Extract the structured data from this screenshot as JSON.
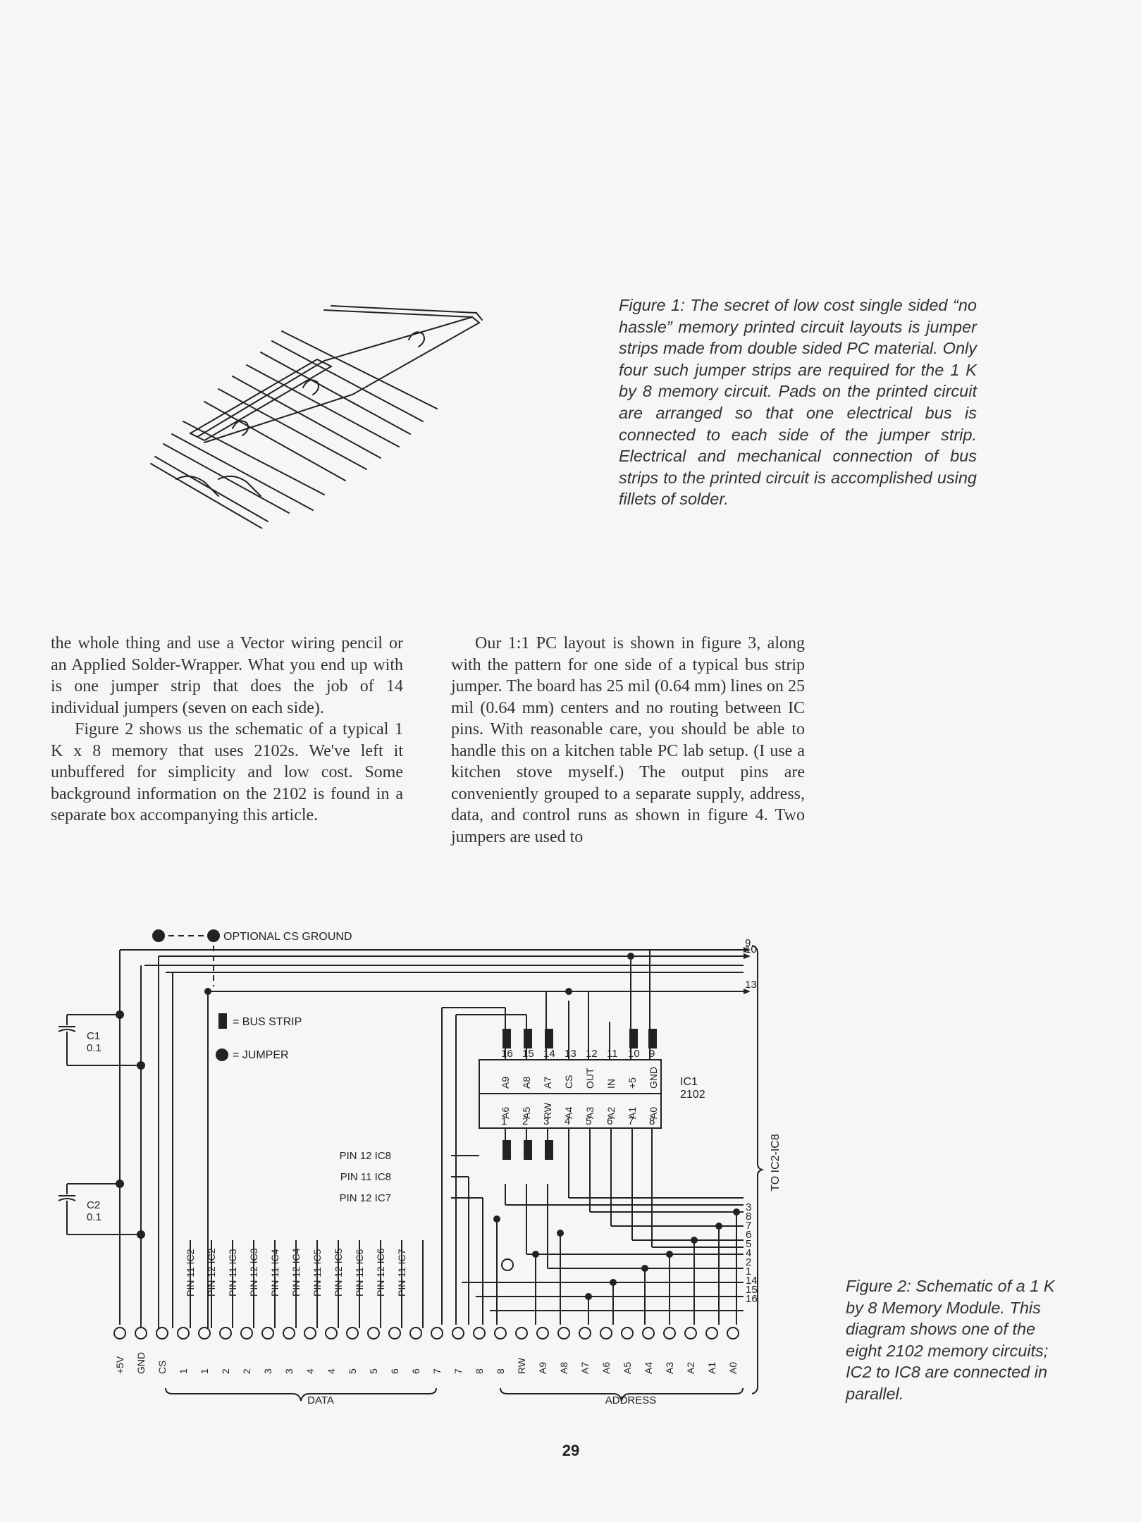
{
  "figure1": {
    "caption": "Figure 1: The secret of low cost single sided “no hassle” memory printed circuit layouts is jumper strips made from double sided PC material. Only four such jumper strips are required for the 1 K by 8 memory circuit. Pads on the printed circuit are arranged so that one electrical bus is connected to each side of the jumper strip. Electrical and mechanical connection of bus strips to the printed circuit is accomplished using fillets of solder."
  },
  "body": {
    "left_p1": "the whole thing and use a Vector wiring pencil or an Applied Solder-Wrapper. What you end up with is one jumper strip that does the job of 14 individual jumpers (seven on each side).",
    "left_p2": "Figure 2 shows us the schematic of a typical 1 K x 8 memory that uses 2102s. We've left it unbuffered for simplicity and low cost. Some background information on the 2102 is found in a separate box accompanying this article.",
    "right_p1": "Our 1:1 PC layout is shown in figure 3, along with the pattern for one side of a typical bus strip jumper. The board has 25 mil (0.64 mm) lines on 25 mil (0.64 mm) centers and no routing between IC pins. With reasonable care, you should be able to handle this on a kitchen table PC lab setup. (I use a kitchen stove myself.) The output pins are conveniently grouped to a separate supply, address, data, and control runs as shown in figure 4. Two jumpers are used to"
  },
  "figure2": {
    "caption": "Figure 2: Schematic of a 1 K by 8 Memory Module. This diagram shows one of the eight 2102 memory circuits; IC2 to IC8 are connected in parallel.",
    "optional_cs_ground": "OPTIONAL CS GROUND",
    "legend_bus_strip": "= BUS STRIP",
    "legend_jumper": "= JUMPER",
    "c1_label": "C1",
    "c1_value": "0.1",
    "c2_label": "C2",
    "c2_value": "0.1",
    "ic_name": "IC1",
    "ic_part": "2102",
    "to_ic": "TO IC2-IC8",
    "pin12_ic8": "PIN 12 IC8",
    "pin11_ic8": "PIN 11 IC8",
    "pin12_ic7": "PIN 12 IC7",
    "top_pins": [
      "16",
      "15",
      "14",
      "13",
      "12",
      "11",
      "10",
      "9"
    ],
    "top_pin_names": [
      "A9",
      "A8",
      "A7",
      "CS",
      "OUT",
      "IN",
      "+5",
      "GND"
    ],
    "bottom_pins": [
      "1",
      "2",
      "3",
      "4",
      "5",
      "6",
      "7",
      "8"
    ],
    "bottom_pin_names": [
      "A6",
      "A5",
      "RW",
      "A4",
      "A3",
      "A2",
      "A1",
      "A0"
    ],
    "right_outputs_top": [
      "9",
      "10",
      "13"
    ],
    "right_outputs": [
      "3",
      "8",
      "7",
      "6",
      "5",
      "4",
      "2",
      "1",
      "14",
      "15",
      "16"
    ],
    "ic_pin_labels": [
      "PIN 11 IC2",
      "PIN 12 IC2",
      "PIN 11 IC3",
      "PIN 12 IC3",
      "PIN 11 IC4",
      "PIN 12 IC4",
      "PIN 11 IC5",
      "PIN 12 IC5",
      "PIN 11 IC6",
      "PIN 12 IC6",
      "PIN 11 IC7"
    ],
    "connector_labels": [
      "+5V",
      "GND",
      "CS",
      "1",
      "1",
      "2",
      "2",
      "3",
      "3",
      "4",
      "4",
      "5",
      "5",
      "6",
      "6",
      "7",
      "7",
      "8",
      "8",
      "RW",
      "A9",
      "A8",
      "A7",
      "A6",
      "A5",
      "A4",
      "A3",
      "A2",
      "A1",
      "A0"
    ],
    "data_label": "DATA",
    "address_label": "ADDRESS"
  },
  "page_number": "29"
}
